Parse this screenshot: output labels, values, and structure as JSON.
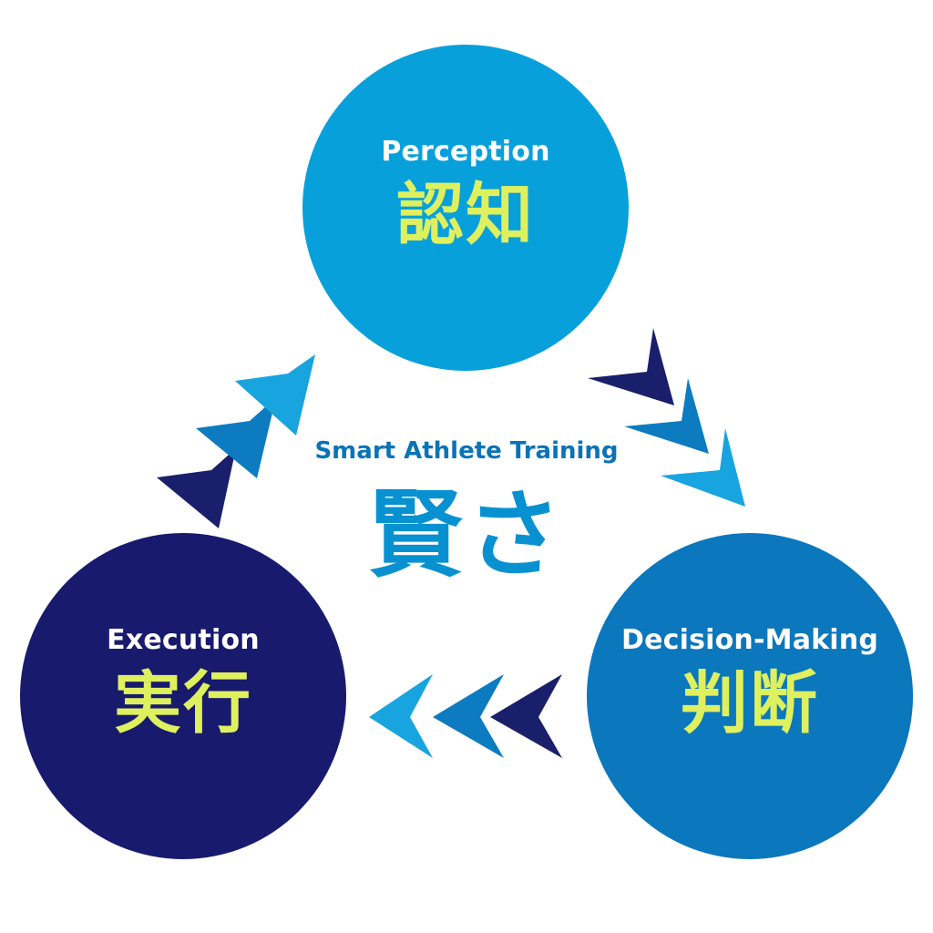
{
  "center": {
    "subtitle": "Smart Athlete Training",
    "title": "賢さ"
  },
  "nodes": {
    "perception": {
      "label_en": "Perception",
      "label_jp": "認知"
    },
    "decision": {
      "label_en": "Decision-Making",
      "label_jp": "判断"
    },
    "execution": {
      "label_en": "Execution",
      "label_jp": "実行"
    }
  },
  "colors": {
    "perception": "#08a0db",
    "decision": "#0b77bd",
    "execution": "#181a6e",
    "jp_label": "#dff05e",
    "en_label": "#ffffff",
    "center_text": "#0891d1",
    "arrow_dark": "#1a1f6b",
    "arrow_mid": "#0c7bc0",
    "arrow_light": "#18a4de"
  }
}
